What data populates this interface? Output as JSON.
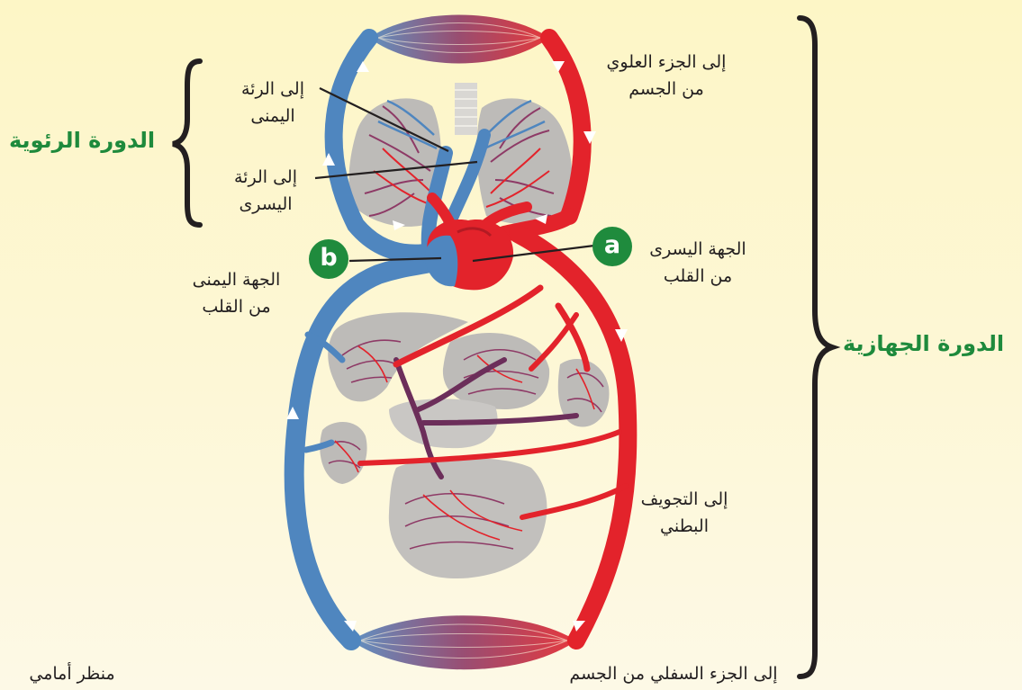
{
  "colors": {
    "artery": "#e3232b",
    "vein": "#4f86bf",
    "accent_green": "#1f8b3d",
    "organ_gray": "#bdbbb8",
    "capillary": "#8e3a66",
    "text": "#231f20"
  },
  "headings": {
    "pulmonary": "الدورة الرئوية",
    "systemic": "الدورة الجهازية"
  },
  "labels": {
    "right_lung": [
      "إلى الرئة",
      "اليمنى"
    ],
    "left_lung": [
      "إلى الرئة",
      "اليسرى"
    ],
    "upper_body": [
      "إلى الجزء العلوي",
      "من الجسم"
    ],
    "left_heart": [
      "الجهة اليسرى",
      "من القلب"
    ],
    "right_heart": [
      "الجهة اليمنى",
      "من القلب"
    ],
    "abdominal_cavity": [
      "إلى التجويف",
      "البطني"
    ],
    "lower_body": "إلى الجزء السفلي من الجسم",
    "view": "منظر أمامي"
  },
  "markers": {
    "a": "a",
    "b": "b"
  }
}
